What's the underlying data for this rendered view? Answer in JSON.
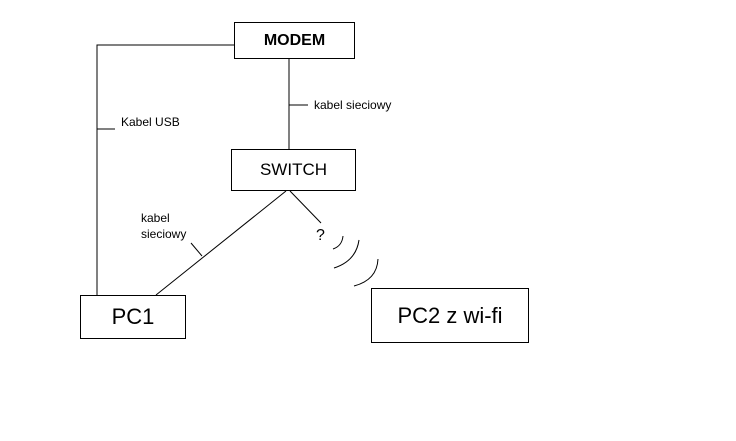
{
  "nodes": {
    "modem": "MODEM",
    "switch": "SWITCH",
    "pc1": "PC1",
    "pc2": "PC2 z wi-fi"
  },
  "labels": {
    "usb_cable": "Kabel USB",
    "network_cable_modem_switch": "kabel sieciowy",
    "network_cable_switch_pc1_line1": "kabel",
    "network_cable_switch_pc1_line2": "sieciowy",
    "wifi_unknown": "?"
  },
  "colors": {
    "background": "#ffffff",
    "stroke": "#000000"
  }
}
